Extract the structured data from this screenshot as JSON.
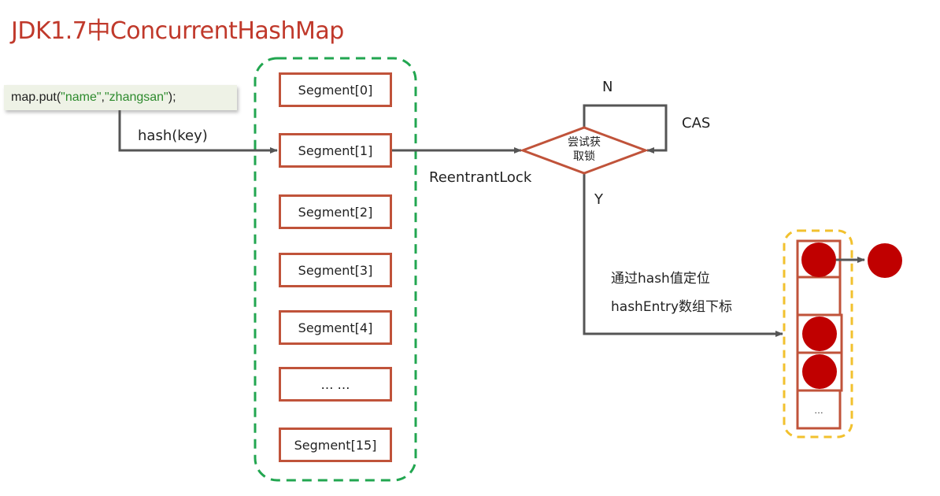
{
  "title": "JDK1.7中ConcurrentHashMap",
  "code": {
    "prefix": "map.put(",
    "arg1": "\"name\"",
    "comma": ",",
    "arg2": "\"zhangsan\"",
    "suffix": ");"
  },
  "labels": {
    "hash_key": "hash(key)",
    "reentrant_lock": "ReentrantLock",
    "no": "N",
    "cas": "CAS",
    "yes": "Y",
    "locate_line1": "通过hash值定位",
    "locate_line2": "hashEntry数组下标"
  },
  "decision": {
    "line1": "尝试获",
    "line2": "取锁"
  },
  "segments": [
    "Segment[0]",
    "Segment[1]",
    "Segment[2]",
    "Segment[3]",
    "Segment[4]",
    "… …",
    "Segment[15]"
  ],
  "hash_entry_array": {
    "cells": [
      "node",
      "empty",
      "node",
      "node",
      "…"
    ],
    "chained_node_on_first": true,
    "ellipsis": "…"
  },
  "colors": {
    "title": "#c0392b",
    "segment_border": "#c0533a",
    "segment_group_border": "#22a650",
    "entry_group_border": "#f2c12e",
    "node_fill": "#c00000",
    "arrow": "#555555",
    "code_string": "#2e8b2e"
  }
}
